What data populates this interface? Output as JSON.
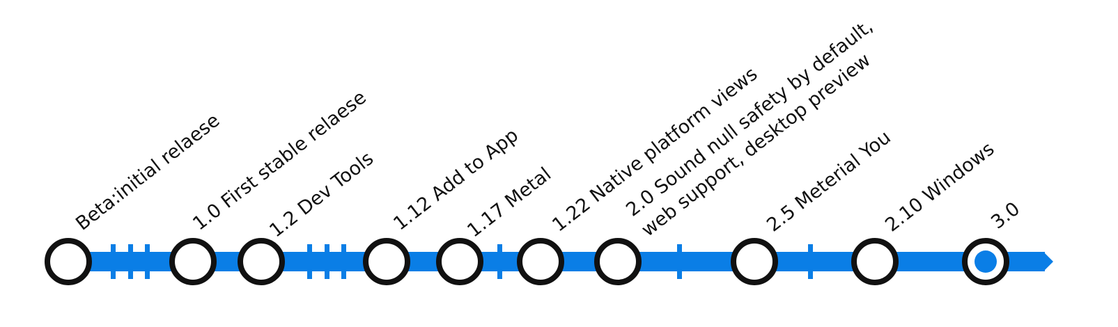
{
  "timeline": {
    "accent_color": "#0A7EE6",
    "ring_color": "#111111",
    "milestones": [
      {
        "label": "Beta:initial relaese",
        "active": false
      },
      {
        "label": "1.0 First stable relaese",
        "active": false
      },
      {
        "label": "1.2 Dev Tools",
        "active": false
      },
      {
        "label": "1.12 Add to App",
        "active": false
      },
      {
        "label": "1.17 Metal",
        "active": false
      },
      {
        "label": "1.22 Native platform views",
        "active": false
      },
      {
        "label": "2.0 Sound null safety by default,",
        "label_line2": "web support, desktop preview",
        "active": false
      },
      {
        "label": "2.5 Meterial You",
        "active": false
      },
      {
        "label": "2.10 Windows",
        "active": false
      },
      {
        "label": "3.0",
        "active": true
      }
    ]
  }
}
